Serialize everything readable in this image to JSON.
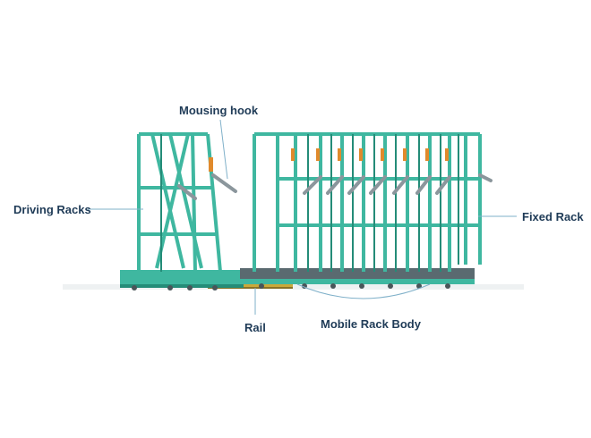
{
  "labels": {
    "mousing_hook": "Mousing hook",
    "driving_racks": "Driving Racks",
    "fixed_rack": "Fixed Rack",
    "rail": "Rail",
    "mobile_rack_body": "Mobile Rack Body"
  },
  "colors": {
    "rack_green": "#3fb7a0",
    "rack_dark": "#248c78",
    "label_text": "#1f3b57",
    "leader_line": "#7fb0c9",
    "rail_yellow": "#c9a93a",
    "hook_gray": "#8b969c",
    "tag_orange": "#e08a2c",
    "base_gray": "#5a6a70"
  }
}
